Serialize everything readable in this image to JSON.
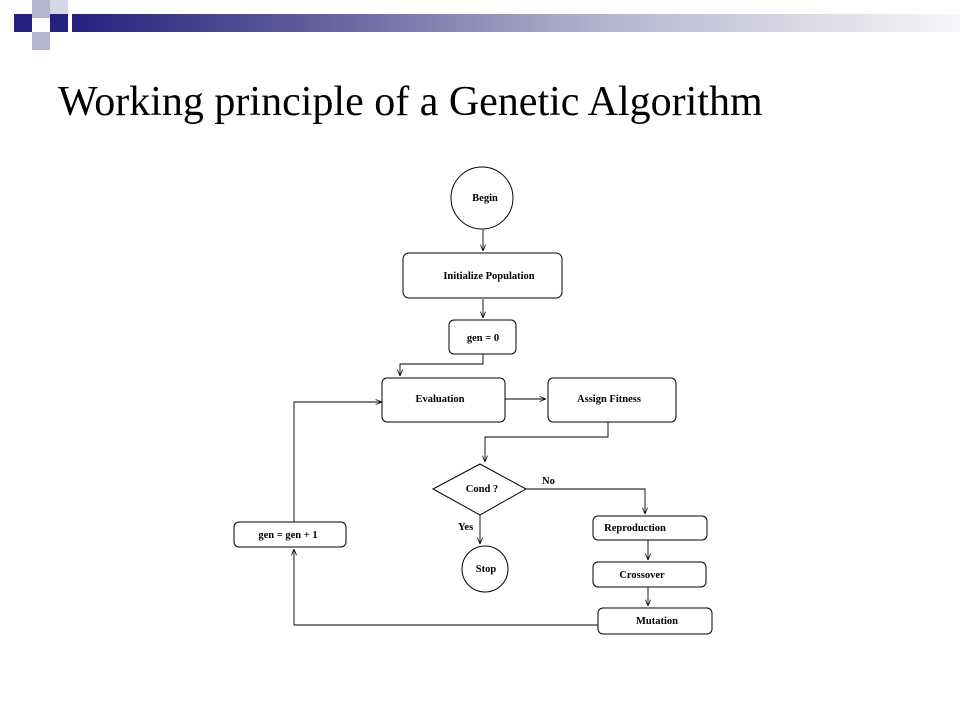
{
  "slide": {
    "title": "Working principle of a Genetic Algorithm"
  },
  "flowchart": {
    "nodes": {
      "begin": "Begin",
      "init": "Initialize Population",
      "gen0": "gen = 0",
      "evaluation": "Evaluation",
      "assign": "Assign Fitness",
      "cond": "Cond ?",
      "stop": "Stop",
      "reproduction": "Reproduction",
      "crossover": "Crossover",
      "mutation": "Mutation",
      "increment": "gen = gen + 1"
    },
    "edge_labels": {
      "no": "No",
      "yes": "Yes"
    }
  },
  "colors": {
    "accent_dark": "#23237f",
    "accent_light": "#b4b4cf",
    "line": "#000000"
  }
}
